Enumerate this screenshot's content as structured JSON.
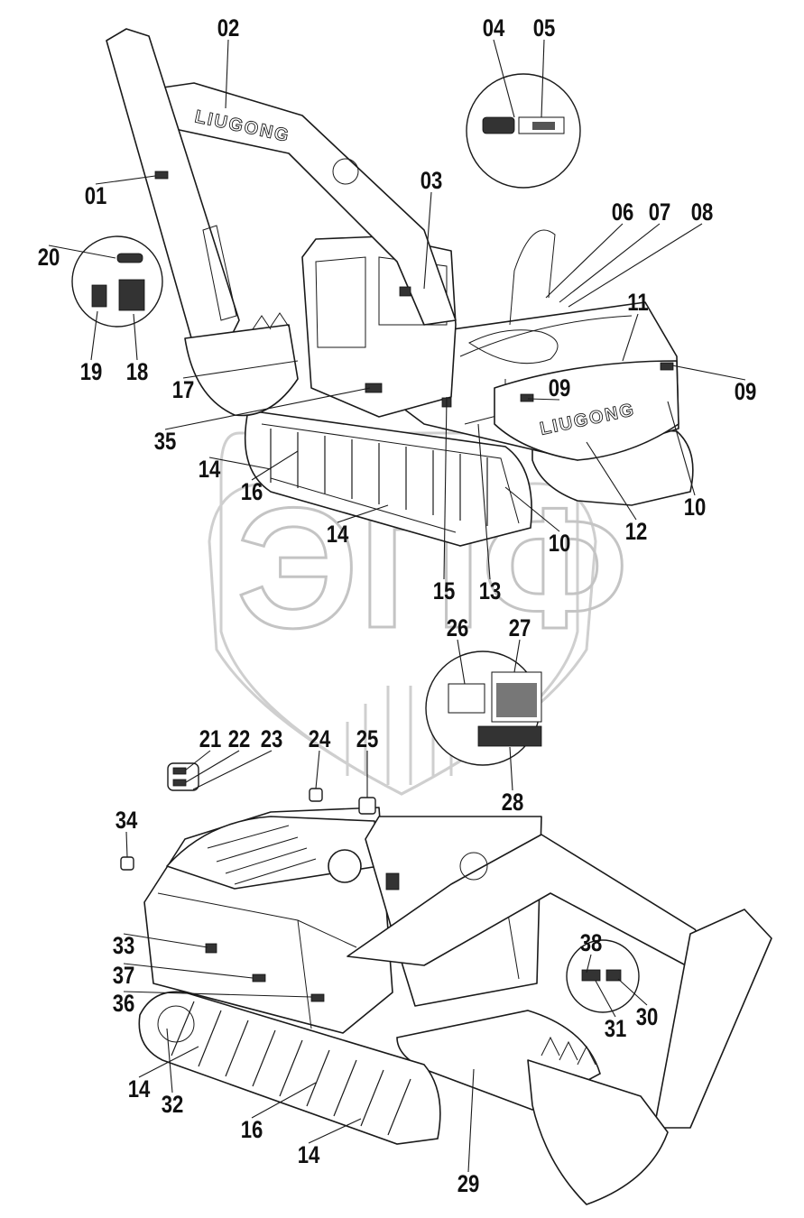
{
  "watermark": {
    "text": "ЭПФ",
    "color": "#c4c4c4"
  },
  "brand": {
    "logo_text": "LIUGONG"
  },
  "callouts": [
    {
      "label": "02"
    },
    {
      "label": "04"
    },
    {
      "label": "05"
    },
    {
      "label": "01"
    },
    {
      "label": "03"
    },
    {
      "label": "06"
    },
    {
      "label": "07"
    },
    {
      "label": "08"
    },
    {
      "label": "20"
    },
    {
      "label": "11"
    },
    {
      "label": "19"
    },
    {
      "label": "18"
    },
    {
      "label": "17"
    },
    {
      "label": "09"
    },
    {
      "label": "09"
    },
    {
      "label": "35"
    },
    {
      "label": "14"
    },
    {
      "label": "16"
    },
    {
      "label": "10"
    },
    {
      "label": "12"
    },
    {
      "label": "14"
    },
    {
      "label": "10"
    },
    {
      "label": "15"
    },
    {
      "label": "13"
    },
    {
      "label": "26"
    },
    {
      "label": "27"
    },
    {
      "label": "21"
    },
    {
      "label": "22"
    },
    {
      "label": "23"
    },
    {
      "label": "24"
    },
    {
      "label": "25"
    },
    {
      "label": "28"
    },
    {
      "label": "34"
    },
    {
      "label": "33"
    },
    {
      "label": "38"
    },
    {
      "label": "37"
    },
    {
      "label": "36"
    },
    {
      "label": "30"
    },
    {
      "label": "31"
    },
    {
      "label": "14"
    },
    {
      "label": "32"
    },
    {
      "label": "16"
    },
    {
      "label": "14"
    },
    {
      "label": "29"
    }
  ]
}
